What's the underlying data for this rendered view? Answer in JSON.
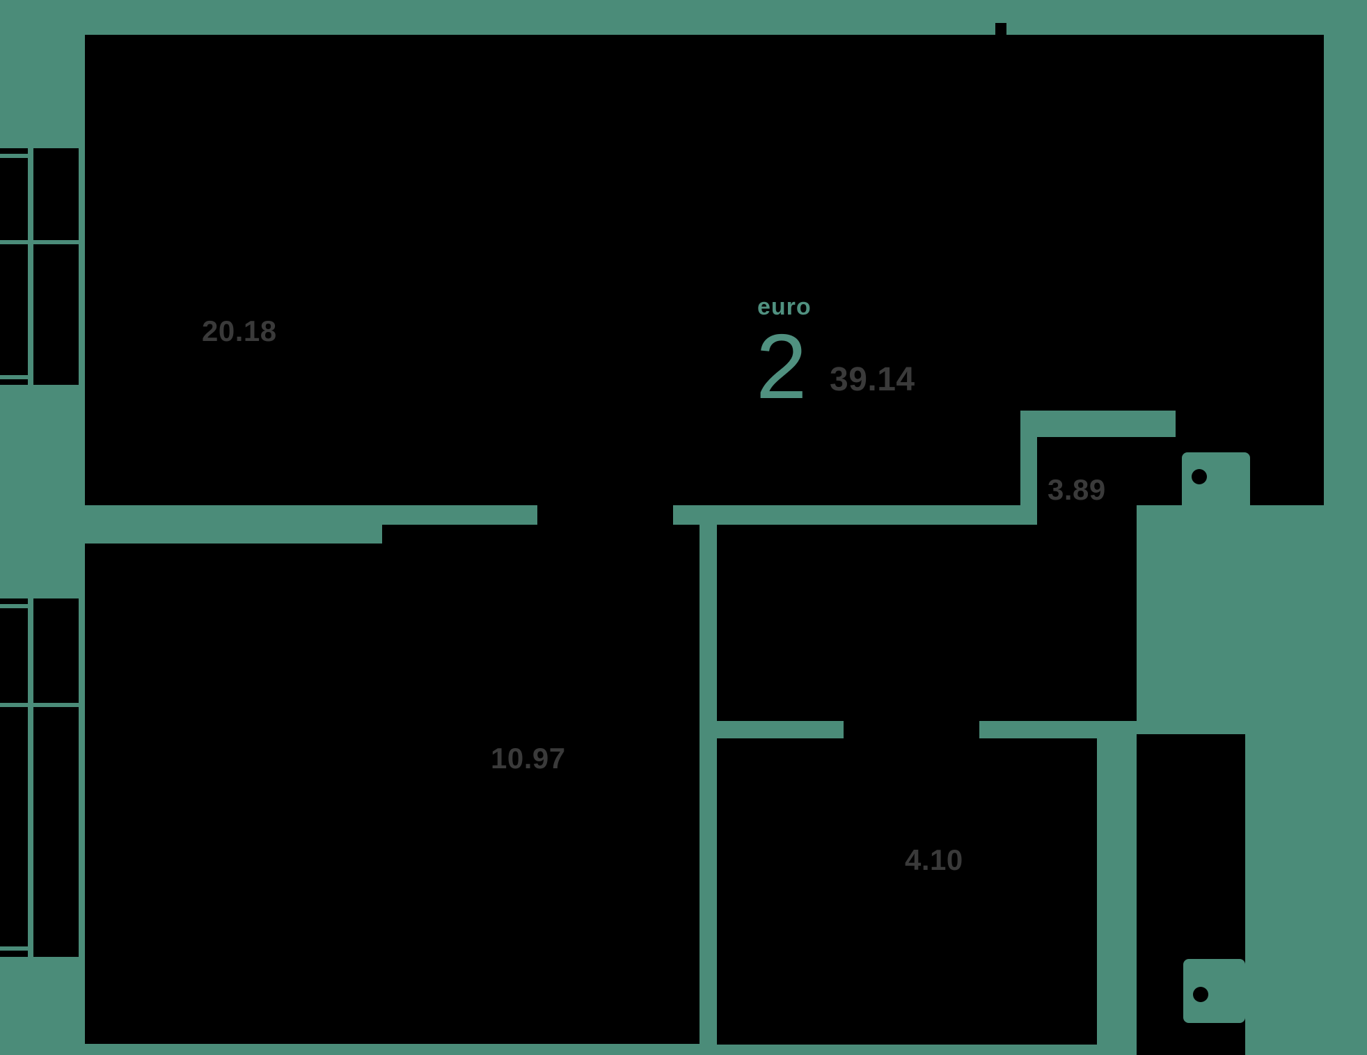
{
  "apartment": {
    "type_label": "euro",
    "type_number": "2",
    "total_area": "39.14"
  },
  "rooms": {
    "living_kitchen": {
      "area": "20.18"
    },
    "bedroom": {
      "area": "10.97"
    },
    "hallway": {
      "area": "3.89"
    },
    "bathroom": {
      "area": "4.10"
    }
  },
  "colors": {
    "background": "#4b8c79",
    "room_fill": "#000000",
    "accent_text": "#509180",
    "area_label": "#3a3a3a"
  }
}
